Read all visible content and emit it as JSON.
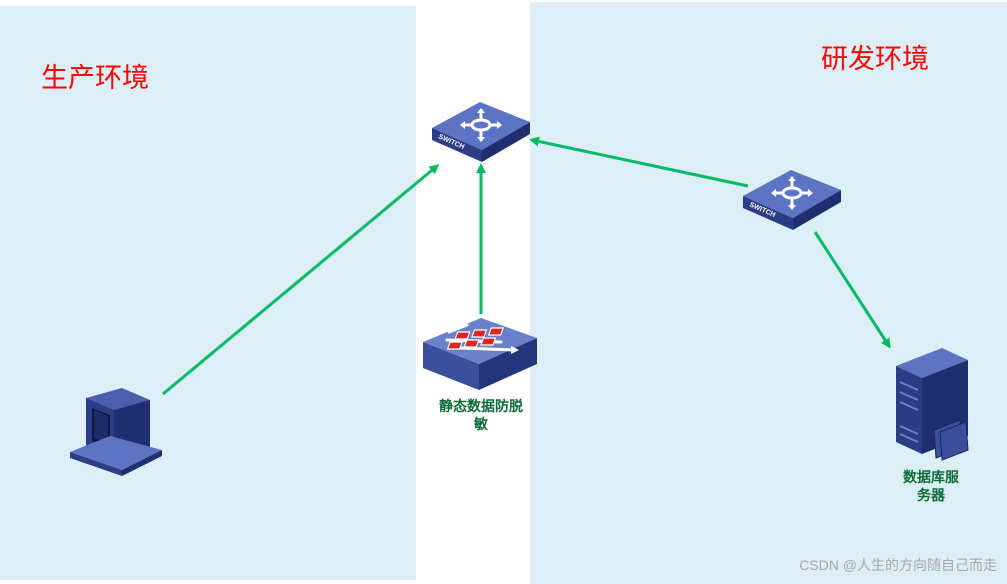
{
  "zones": {
    "production": {
      "title": "生产环境"
    },
    "development": {
      "title": "研发环境"
    }
  },
  "devices": {
    "core_switch": {
      "label": "SWITCH"
    },
    "dev_switch": {
      "label": "SWITCH"
    },
    "firewall": {
      "caption": "静态数据防脱\n敏"
    },
    "db_server": {
      "caption": "数据库服\n务器"
    }
  },
  "watermark": "CSDN @人生的方向随自己而走",
  "colors": {
    "zone_background": "#ddeef6",
    "zone_title": "#ff0000",
    "link": "#00bb66",
    "caption": "#0e6b3a",
    "device_blue": "#3b4f9c"
  }
}
